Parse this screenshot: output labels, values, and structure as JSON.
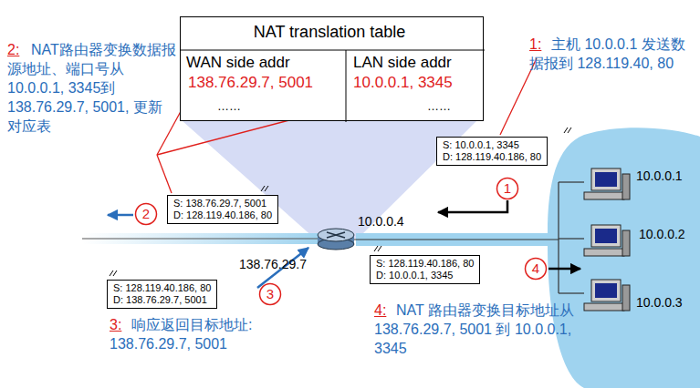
{
  "diagram": {
    "nodes": [
      {
        "text": [
          "NAT translation table",
          "WAN side addr",
          "LAN side addr",
          "138.76.29.7, 5001",
          "10.0.0.1, 3345",
          "……",
          "……"
        ]
      },
      {
        "text": [
          "S: 10.0.0.1, 3345",
          "D: 128.119.40.186, 80"
        ]
      },
      {
        "text": [
          "S: 138.76.29.7, 5001",
          "D: 128.119.40.186, 80"
        ]
      },
      {
        "text": [
          "S: 128.119.40.186, 80",
          "D: 10.0.0.1, 3345"
        ]
      },
      {
        "text": [
          "S: 128.119.40.186, 80",
          "D: 138.76.29.7, 5001"
        ]
      },
      {
        "text": [
          "1"
        ]
      },
      {
        "text": [
          "2"
        ]
      },
      {
        "text": [
          "4"
        ]
      },
      {
        "text": [
          "3"
        ]
      }
    ],
    "labels": [
      "2:",
      "NAT路由器变换数据报源地址、端口号从 10.0.0.1, 3345到 138.76.29.7, 5001, 更新对应表",
      "1:",
      "主机 10.0.0.1 发送数据报到 128.119.40, 80",
      "10.0.0.1",
      "10.0.0.4",
      "10.0.0.2",
      "138.76.29.7",
      "10.0.0.3",
      "3:",
      "响应返回目标地址: 138.76.29.7, 5001",
      "4:",
      "NAT 路由器变换目标地址从 138.76.29.7, 5001 到 10.0.0.1, 3345"
    ]
  }
}
